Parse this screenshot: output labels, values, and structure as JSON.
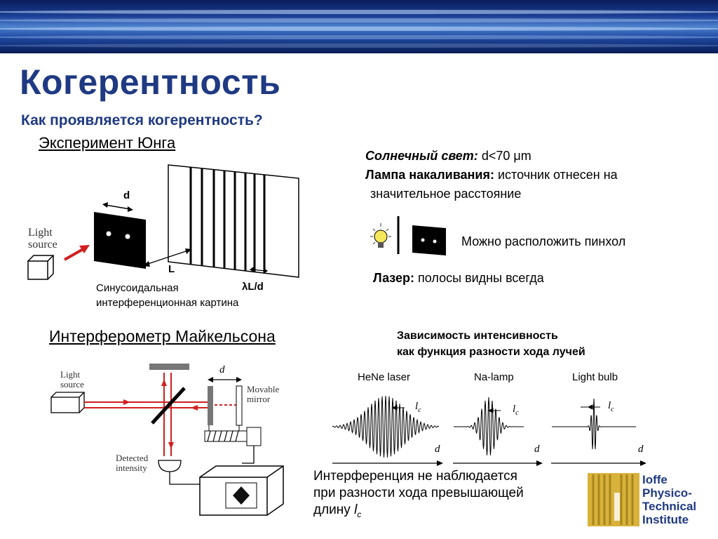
{
  "slide": {
    "title": "Когерентность",
    "subtitle": "Как проявляется когерентность?",
    "young_heading": "Эксперимент Юнга",
    "michelson_heading": "Интерферометр Майкельсона"
  },
  "young_diagram": {
    "light_source_line1": "Light",
    "light_source_line2": "source",
    "d_label": "d",
    "L_label": "L",
    "caption_line1": "Синусоидальная",
    "caption_line2": "интерференционная картина",
    "fringe_label": "λL/d"
  },
  "coherence_notes": {
    "sun_label": "Солнечный свет:",
    "sun_value": "d<70 μm",
    "lamp_label": "Лампа накаливания:",
    "lamp_value_line1": "источник отнесен на",
    "lamp_value_line2": "значительное расстояние",
    "pinhole_text": "Можно расположить пинхол",
    "laser_label": "Лазер:",
    "laser_value": "полосы видны всегда"
  },
  "michelson_diagram": {
    "light_source_line1": "Light",
    "light_source_line2": "source",
    "d_label": "d",
    "movable_line1": "Movable",
    "movable_line2": "mirror",
    "detected_line1": "Detected",
    "detected_line2": "intensity"
  },
  "intensity_chart": {
    "heading_line1": "Зависимость интенсивность",
    "heading_line2": "как функция разности хода лучей",
    "panels": [
      {
        "label": "HeNe laser",
        "lc": "l",
        "lc_sub": "c",
        "axis": "d"
      },
      {
        "label": "Na-lamp",
        "lc": "l",
        "lc_sub": "c",
        "axis": "d"
      },
      {
        "label": "Light bulb",
        "lc": "l",
        "lc_sub": "c",
        "axis": "d"
      }
    ]
  },
  "bottom_note": {
    "line1": "Интерференция не наблюдается",
    "line2": "при разности хода превышающей",
    "line3_prefix": "длину ",
    "lc": "l",
    "lc_sub": "c"
  },
  "logo": {
    "line1": "Ioffe",
    "line2": "Physico-",
    "line3": "Technical",
    "line4": "Institute"
  },
  "colors": {
    "title": "#1f3a82",
    "beam": "#d21f1f",
    "logo_text": "#1f3a82",
    "logo_gold": "#d8b23a"
  }
}
